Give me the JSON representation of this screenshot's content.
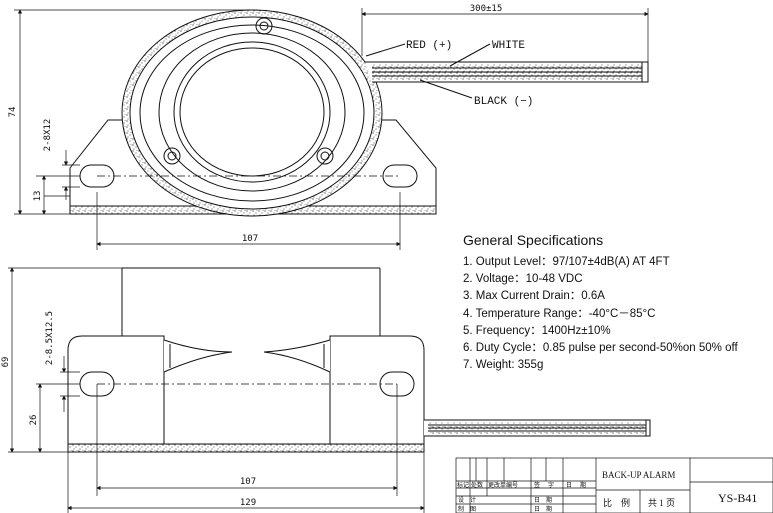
{
  "dimensions": {
    "cable_length": "300±15",
    "height_top": "74",
    "hole_top": "2-8X12",
    "base_height": "13",
    "hole_spacing_top": "107",
    "height_side": "69",
    "hole_side": "2-8.5X12.5",
    "hole_height_side": "26",
    "hole_spacing_side": "107",
    "total_width": "129"
  },
  "wires": {
    "red": "RED (+)",
    "white": "WHITE",
    "black": "BLACK (−)"
  },
  "specs": {
    "title": "General Specifications",
    "items": [
      "1. Output Level：97/107±4dB(A) AT 4FT",
      "2. Voltage：10-48 VDC",
      "3. Max Current Drain：0.6A",
      "4. Temperature Range：-40°C－85°C",
      "5. Frequency：1400Hz±10%",
      "6. Duty Cycle：0.85 pulse per second-50%on 50% off",
      "7. Weight: 355g"
    ]
  },
  "title_block": {
    "product_name": "BACK-UP ALARM",
    "model": "YS-B41",
    "header_cells": [
      "标记",
      "处数",
      "更改单编号",
      "签",
      "字",
      "日",
      "期"
    ],
    "row_design": "设　计",
    "row_draft": "制　图",
    "date_label": "日　期",
    "ratio_label": "比　例",
    "sheet_label": "共 1 页"
  }
}
